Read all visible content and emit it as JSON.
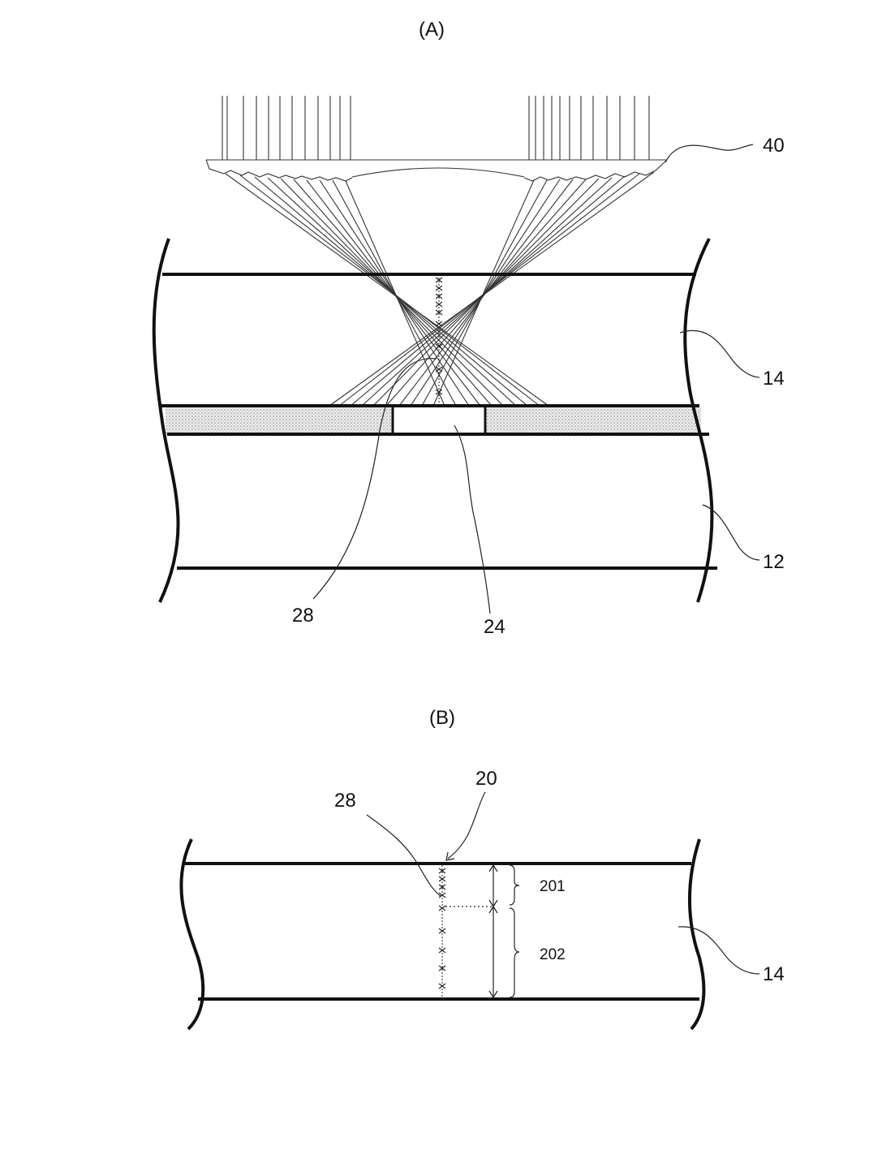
{
  "panel_a": {
    "title": "(A)",
    "labels": {
      "lens": "40",
      "upper_layer": "14",
      "lower_layer": "12",
      "modified_region": "28",
      "opening": "24"
    }
  },
  "panel_b": {
    "title": "(B)",
    "labels": {
      "modified_region": "28",
      "origin": "20",
      "segment_upper": "201",
      "segment_lower": "202",
      "layer": "14"
    }
  },
  "colors": {
    "line": "#111111",
    "stipple": "#d6d6d6"
  }
}
